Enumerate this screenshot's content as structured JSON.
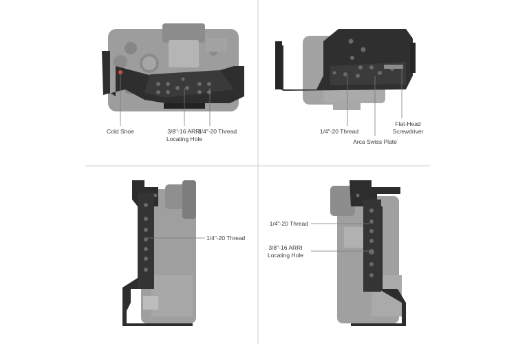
{
  "panels": {
    "top_left": {
      "labels": [
        "Cold Shoe",
        "3/8\"-16 ARRI",
        "Locating Hole",
        "1/4\"-20 Thread"
      ]
    },
    "top_right": {
      "labels": [
        "1/4\"-20 Thread",
        "Arca Swiss Plate",
        "Flat-Head",
        "Screwdriver"
      ]
    },
    "bottom_left": {
      "labels": [
        "1/4\"-20 Thread"
      ]
    },
    "bottom_right": {
      "labels": [
        "1/4\"-20 Thread",
        "3/8\"-16 ARRI",
        "Locating Hole"
      ]
    }
  },
  "colors": {
    "background": "#ffffff",
    "divider": "#cfcfcf",
    "camera_body": "#9a9a9a",
    "cage": "#2b2b2b",
    "leader_line": "#7a7a7a"
  }
}
